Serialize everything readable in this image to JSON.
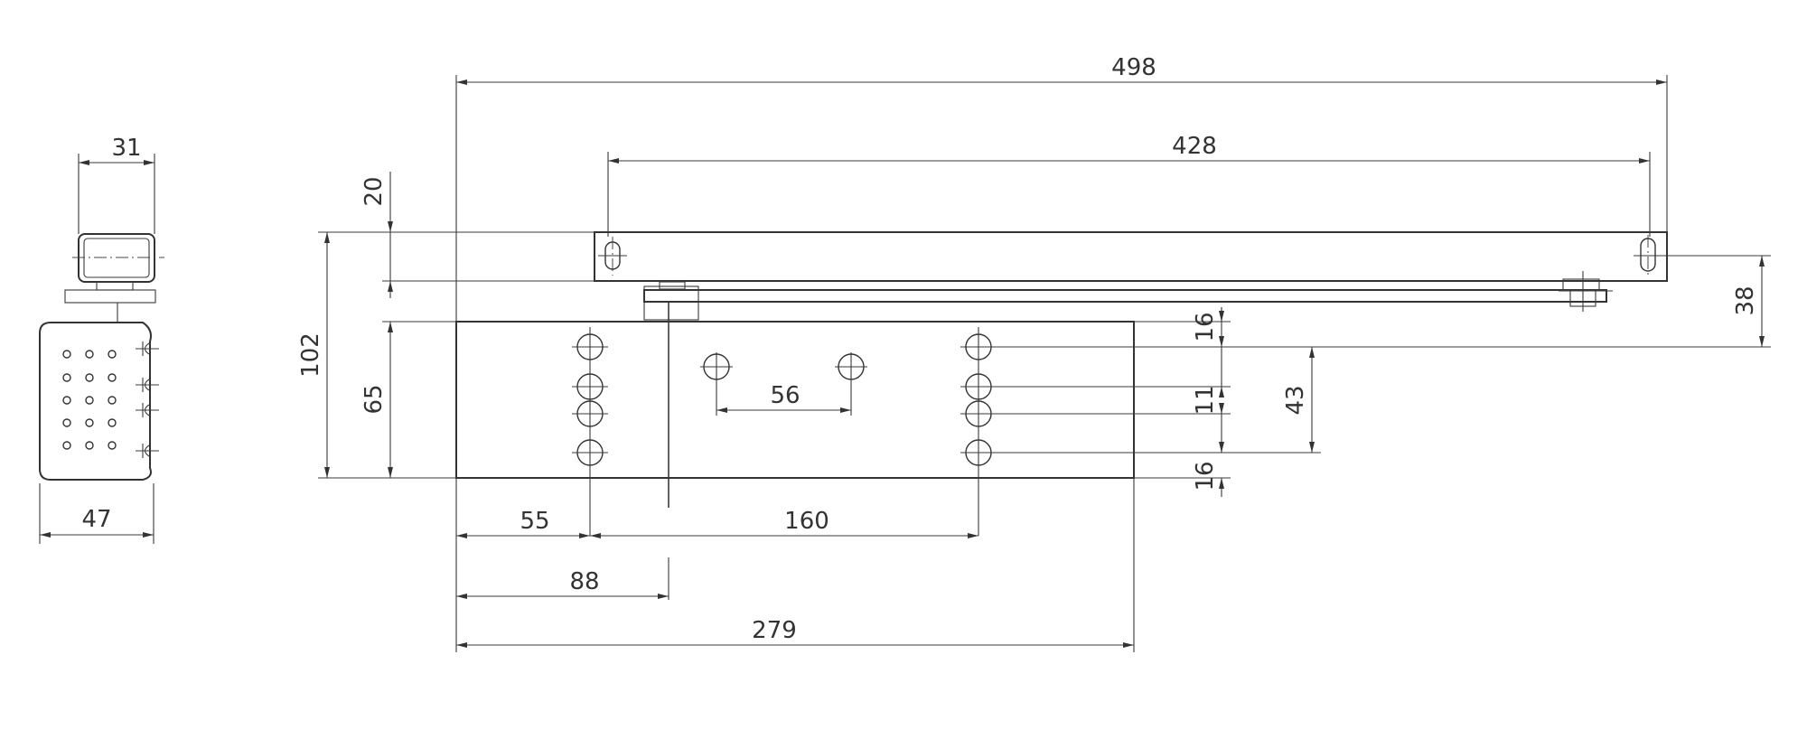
{
  "dimensions": {
    "d31": "31",
    "d47": "47",
    "d498": "498",
    "d428": "428",
    "d20": "20",
    "d102": "102",
    "d65": "65",
    "d38": "38",
    "d16_top": "16",
    "d11": "11",
    "d43": "43",
    "d16_bottom": "16",
    "d56": "56",
    "d55": "55",
    "d160": "160",
    "d88": "88",
    "d279": "279"
  },
  "colors": {
    "line": "#333333",
    "background": "#ffffff"
  }
}
